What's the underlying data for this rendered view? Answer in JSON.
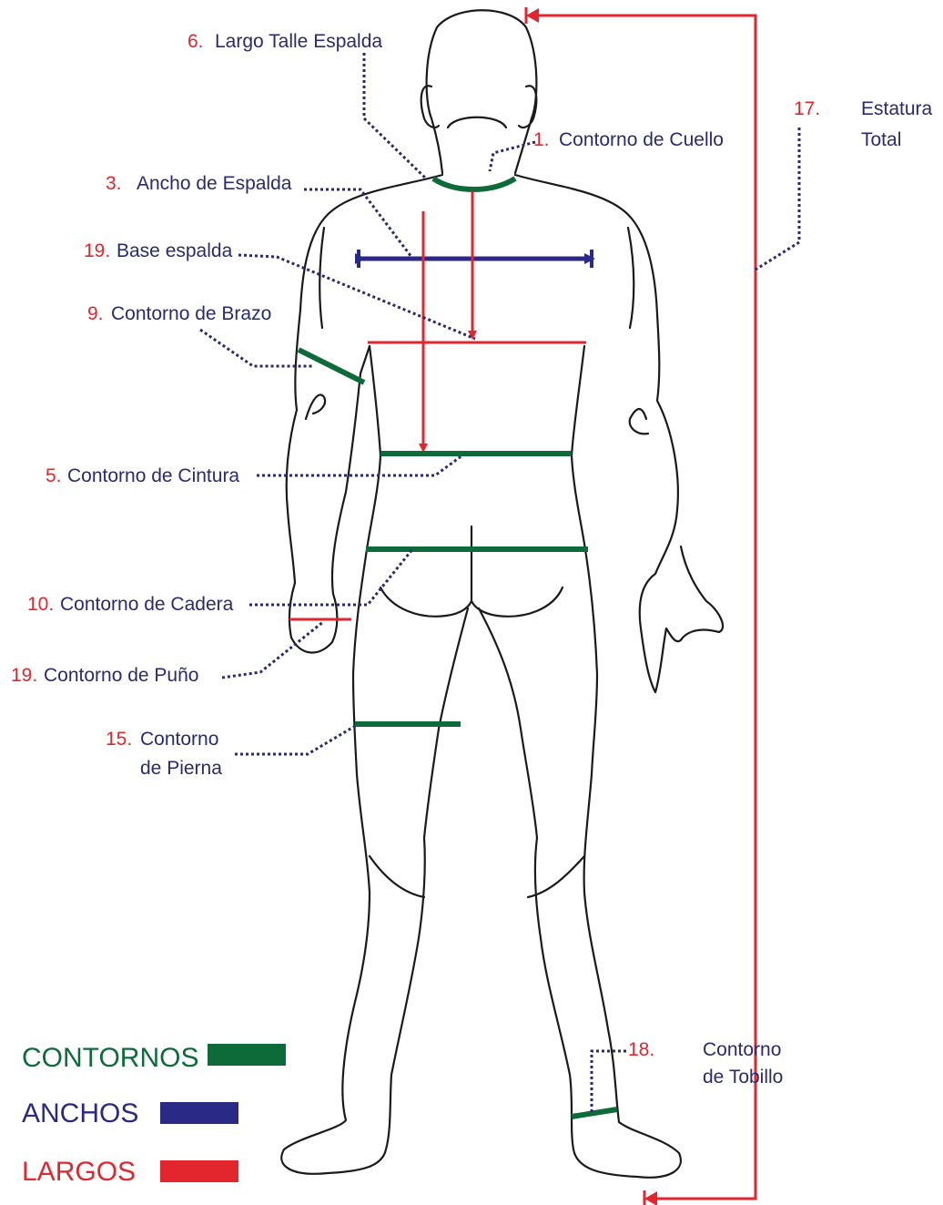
{
  "colors": {
    "contorno": "#0d6b3a",
    "ancho": "#2a2a86",
    "largo": "#e3262d",
    "label_text": "#2a2a6e",
    "number_text": "#e3262d",
    "leader_line": "#2a2a6e"
  },
  "measurements": {
    "largo_talle_espalda": {
      "number": "6.",
      "label": "Largo Talle Espalda"
    },
    "contorno_cuello": {
      "number": "1.",
      "label": "Contorno de Cuello"
    },
    "estatura_total": {
      "number": "17.",
      "label_line1": "Estatura",
      "label_line2": "Total"
    },
    "ancho_espalda": {
      "number": "3.",
      "label": "Ancho de Espalda"
    },
    "base_espalda": {
      "number": "19.",
      "label": "Base espalda"
    },
    "contorno_brazo": {
      "number": "9.",
      "label": "Contorno de Brazo"
    },
    "contorno_cintura": {
      "number": "5.",
      "label": "Contorno de Cintura"
    },
    "contorno_cadera": {
      "number": "10.",
      "label": "Contorno de Cadera"
    },
    "contorno_puno": {
      "number": "19.",
      "label": "Contorno de Puño"
    },
    "contorno_pierna": {
      "number": "15.",
      "label_line1": "Contorno",
      "label_line2": "de Pierna"
    },
    "contorno_tobillo": {
      "number": "18.",
      "label_line1": "Contorno",
      "label_line2": "de Tobillo"
    }
  },
  "legend": {
    "contornos": "CONTORNOS",
    "anchos": "ANCHOS",
    "largos": "LARGOS"
  }
}
